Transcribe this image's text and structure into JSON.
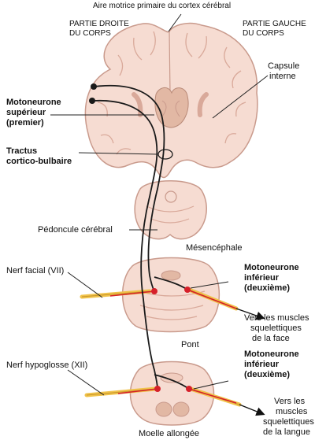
{
  "labels": {
    "primary_motor_cortex": "Aire motrice primaire du cortex cérébral",
    "right_side_line1": "PARTIE DROITE",
    "right_side_line2": "DU CORPS",
    "left_side_line1": "PARTIE GAUCHE",
    "left_side_line2": "DU CORPS",
    "internal_capsule_line1": "Capsule",
    "internal_capsule_line2": "interne",
    "upper_motor_neuron_line1": "Motoneurone",
    "upper_motor_neuron_line2": "supérieur",
    "upper_motor_neuron_line3": "(premier)",
    "corticobulbar_tract_line1": "Tractus",
    "corticobulbar_tract_line2": "cortico-bulbaire",
    "cerebral_peduncle": "Pédoncule cérébral",
    "midbrain": "Mésencéphale",
    "facial_nerve": "Nerf facial (VII)",
    "lower_motor_neuron_1_line1": "Motoneurone",
    "lower_motor_neuron_1_line2": "inférieur",
    "lower_motor_neuron_1_line3": "(deuxième)",
    "face_muscles_line1": "Vers les muscles",
    "face_muscles_line2": "squelettiques",
    "face_muscles_line3": "de la face",
    "pons": "Pont",
    "hypoglossal_nerve": "Nerf hypoglosse (XII)",
    "lower_motor_neuron_2_line1": "Motoneurone",
    "lower_motor_neuron_2_line2": "inférieur",
    "lower_motor_neuron_2_line3": "(deuxième)",
    "tongue_muscles_line1": "Vers les",
    "tongue_muscles_line2": "muscles",
    "tongue_muscles_line3": "squelettiques",
    "tongue_muscles_line4": "de la langue",
    "medulla": "Moelle allongée"
  },
  "colors": {
    "tissue": "#f6dcd2",
    "tissue_outline": "#c99a8c",
    "gyri_lines": "#d9a99a",
    "nuclei": "#e2b8a4",
    "tract": "#1a1a1a",
    "nerve": "#f0c24a",
    "motor_neuron": "#d6202a",
    "leader_lines": "#222222"
  }
}
